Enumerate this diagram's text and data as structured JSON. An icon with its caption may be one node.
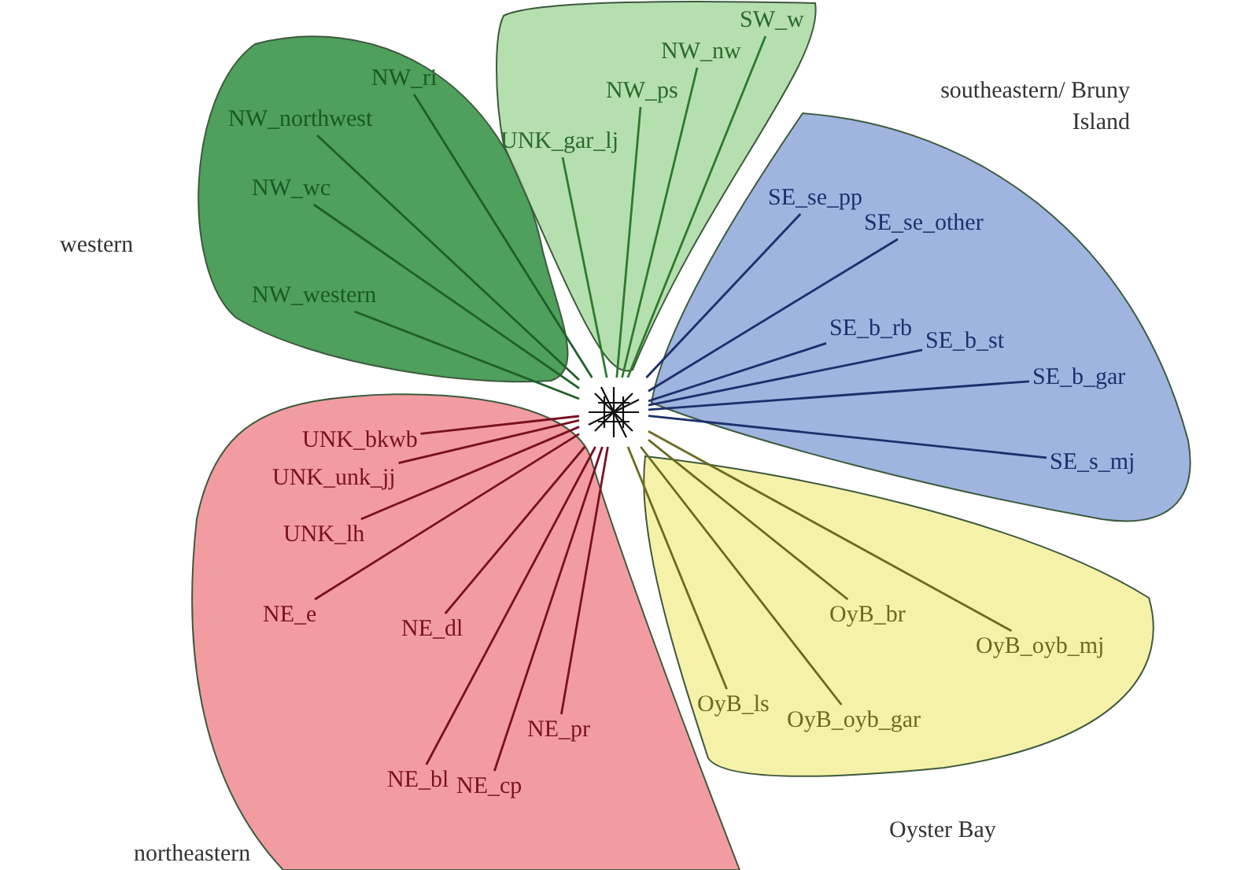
{
  "diagram": {
    "nodes": [
      {
        "text": [],
        "shape": "picture"
      },
      {
        "text": [
          "western"
        ]
      },
      {
        "text": [
          "NW_ri"
        ],
        "in": 1
      },
      {
        "text": [
          "NW_northwest"
        ],
        "in": 1
      },
      {
        "text": [
          "NW_wc"
        ],
        "in": 1
      },
      {
        "text": [
          "NW_western"
        ],
        "in": 1
      },
      {
        "text": [],
        "shape": "blob"
      },
      {
        "text": [
          "NW_ps"
        ],
        "in": 6
      },
      {
        "text": [
          "UNK_gar_lj"
        ],
        "in": 6
      },
      {
        "text": [
          "SW_w"
        ],
        "in": 6
      },
      {
        "text": [
          "NW_nw"
        ],
        "in": 6
      },
      {
        "text": [
          "southeastern/ Bruny Island"
        ]
      },
      {
        "text": [
          "SE_se_pp"
        ],
        "in": 11
      },
      {
        "text": [
          "SE_se_other"
        ],
        "in": 11
      },
      {
        "text": [
          "SE_b_rb"
        ],
        "in": 11
      },
      {
        "text": [
          "SE_b_st"
        ],
        "in": 11
      },
      {
        "text": [
          "SE_b_gar"
        ],
        "in": 11
      },
      {
        "text": [
          "SE_s_mj"
        ],
        "in": 11
      },
      {
        "text": [
          "Oyster Bay"
        ]
      },
      {
        "text": [
          "OyB_br"
        ],
        "in": 18
      },
      {
        "text": [
          "OyB_oyb_mj"
        ],
        "in": 18
      },
      {
        "text": [
          "OyB_ls"
        ],
        "in": 18
      },
      {
        "text": [
          "OyB_oyb_gar"
        ],
        "in": 18
      },
      {
        "text": [
          "northeastern"
        ]
      },
      {
        "text": [
          "UNK_bkwb"
        ],
        "in": 23
      },
      {
        "text": [
          "UNK_unk_jj"
        ],
        "in": 23
      },
      {
        "text": [
          "UNK_lh"
        ],
        "in": 23
      },
      {
        "text": [
          "NE_e"
        ],
        "in": 23
      },
      {
        "text": [
          "NE_dl"
        ],
        "in": 23
      },
      {
        "text": [
          "NE_pr"
        ],
        "in": 23
      },
      {
        "text": [
          "NE_bl"
        ],
        "in": 23
      },
      {
        "text": [
          "NE_cp"
        ],
        "in": 23
      }
    ],
    "edges": [
      {
        "from": 2,
        "to": 0,
        "arrow": "none",
        "color": "#1f5f2a"
      },
      {
        "from": 3,
        "to": 0,
        "arrow": "none",
        "color": "#1f5f2a"
      },
      {
        "from": 4,
        "to": 0,
        "arrow": "none",
        "color": "#1f5f2a"
      },
      {
        "from": 5,
        "to": 0,
        "arrow": "none",
        "color": "#1f5f2a"
      },
      {
        "from": 7,
        "to": 0,
        "arrow": "none",
        "color": "#2d7a2d"
      },
      {
        "from": 8,
        "to": 0,
        "arrow": "none",
        "color": "#2d7a2d"
      },
      {
        "from": 9,
        "to": 0,
        "arrow": "none",
        "color": "#2d7a2d"
      },
      {
        "from": 10,
        "to": 0,
        "arrow": "none",
        "color": "#2d7a2d"
      },
      {
        "from": 12,
        "to": 0,
        "arrow": "none",
        "color": "#1d2f6b"
      },
      {
        "from": 13,
        "to": 0,
        "arrow": "none",
        "color": "#1d2f6b"
      },
      {
        "from": 14,
        "to": 0,
        "arrow": "none",
        "color": "#1d2f6b"
      },
      {
        "from": 15,
        "to": 0,
        "arrow": "none",
        "color": "#1d2f6b"
      },
      {
        "from": 16,
        "to": 0,
        "arrow": "none",
        "color": "#1d2f6b"
      },
      {
        "from": 17,
        "to": 0,
        "arrow": "none",
        "color": "#1d2f6b"
      },
      {
        "from": 19,
        "to": 0,
        "arrow": "none",
        "color": "#6b6b20"
      },
      {
        "from": 20,
        "to": 0,
        "arrow": "none",
        "color": "#6b6b20"
      },
      {
        "from": 21,
        "to": 0,
        "arrow": "none",
        "color": "#6b6b20"
      },
      {
        "from": 22,
        "to": 0,
        "arrow": "none",
        "color": "#6b6b20"
      },
      {
        "from": 24,
        "to": 0,
        "arrow": "none",
        "color": "#7a1020"
      },
      {
        "from": 25,
        "to": 0,
        "arrow": "none",
        "color": "#7a1020"
      },
      {
        "from": 26,
        "to": 0,
        "arrow": "none",
        "color": "#7a1020"
      },
      {
        "from": 27,
        "to": 0,
        "arrow": "none",
        "color": "#7a1020"
      },
      {
        "from": 28,
        "to": 0,
        "arrow": "none",
        "color": "#7a1020"
      },
      {
        "from": 29,
        "to": 0,
        "arrow": "none",
        "color": "#7a1020"
      },
      {
        "from": 30,
        "to": 0,
        "arrow": "none",
        "color": "#7a1020"
      },
      {
        "from": 31,
        "to": 0,
        "arrow": "none",
        "color": "#7a1020"
      }
    ]
  }
}
